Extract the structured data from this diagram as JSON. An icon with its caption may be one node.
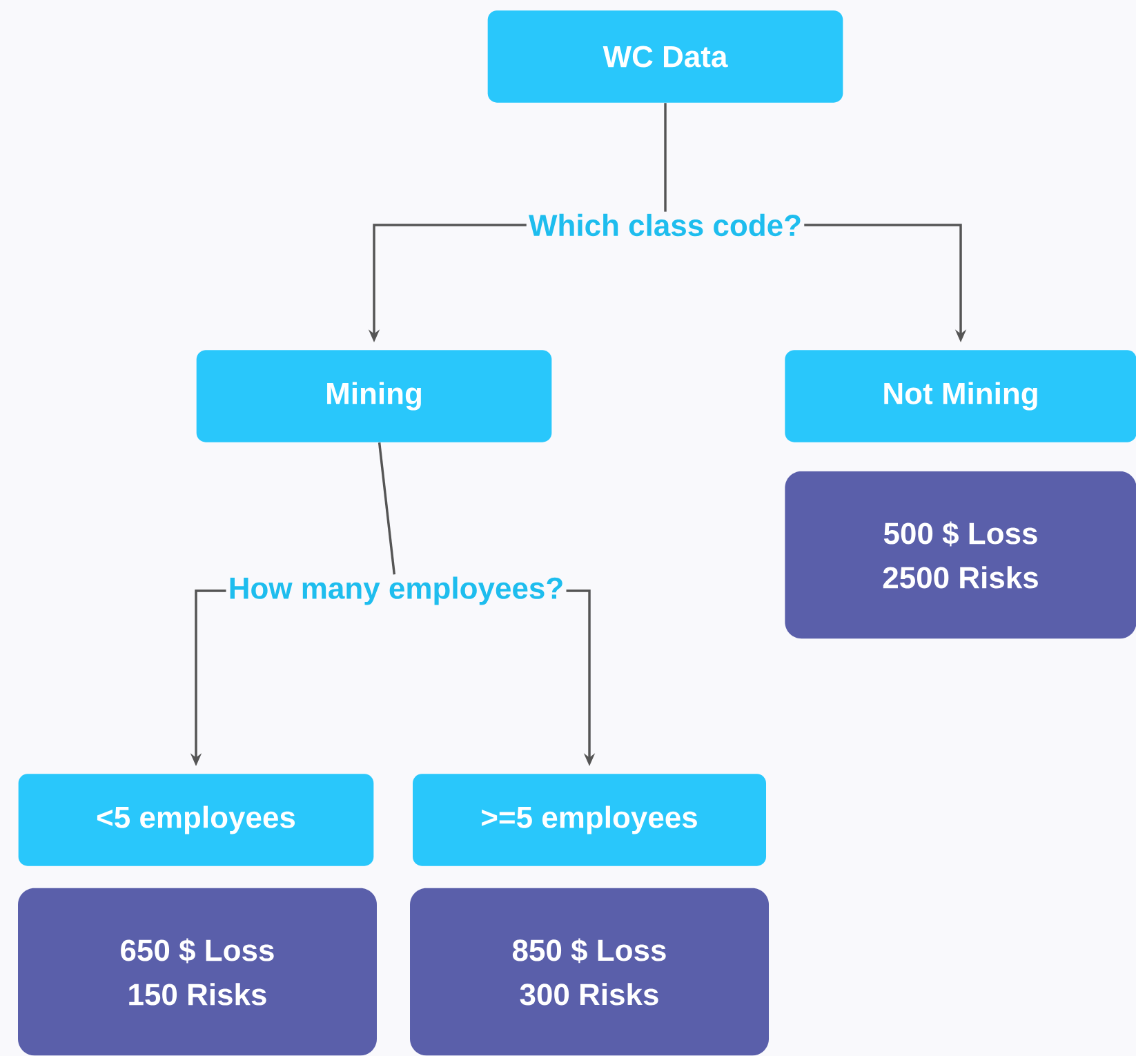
{
  "diagram": {
    "nodes": [
      {
        "text": [
          "WC Data"
        ]
      },
      {
        "text": [
          "Which class code?"
        ]
      },
      {
        "text": [
          "Mining"
        ]
      },
      {
        "text": [
          "Not Mining"
        ]
      },
      {
        "text": [
          "500 $ Loss",
          "2500 Risks"
        ]
      },
      {
        "text": [
          "How many employees?"
        ]
      },
      {
        "text": [
          "<5 employees"
        ]
      },
      {
        "text": [
          ">=5 employees"
        ]
      },
      {
        "text": [
          "650 $ Loss",
          "150 Risks"
        ]
      },
      {
        "text": [
          "850 $ Loss",
          "300 Risks"
        ]
      }
    ],
    "edges": [
      {
        "from": 0,
        "to": 1,
        "arrow": "none"
      },
      {
        "from": 1,
        "to": 2,
        "arrow": "to"
      },
      {
        "from": 1,
        "to": 3,
        "arrow": "to"
      },
      {
        "from": 2,
        "to": 5,
        "arrow": "none"
      },
      {
        "from": 5,
        "to": 6,
        "arrow": "to"
      },
      {
        "from": 5,
        "to": 7,
        "arrow": "to"
      }
    ]
  }
}
